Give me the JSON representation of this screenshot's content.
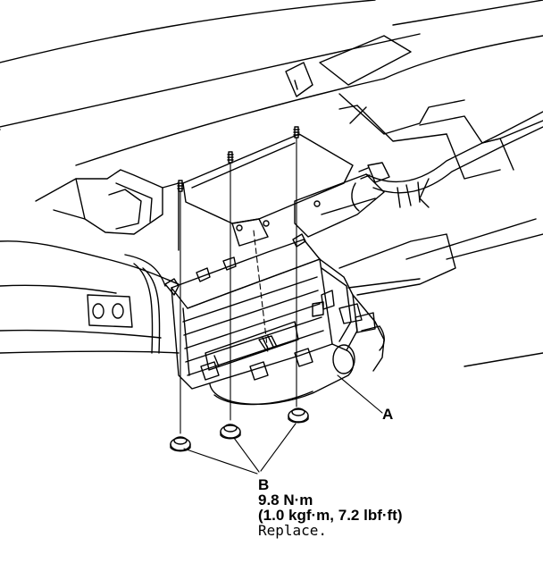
{
  "callouts": {
    "a": "A",
    "b": "B"
  },
  "spec": {
    "torque": "9.8 N·m",
    "alt_units": "(1.0 kgf·m, 7.2 lbf·ft)",
    "note": "Replace."
  }
}
